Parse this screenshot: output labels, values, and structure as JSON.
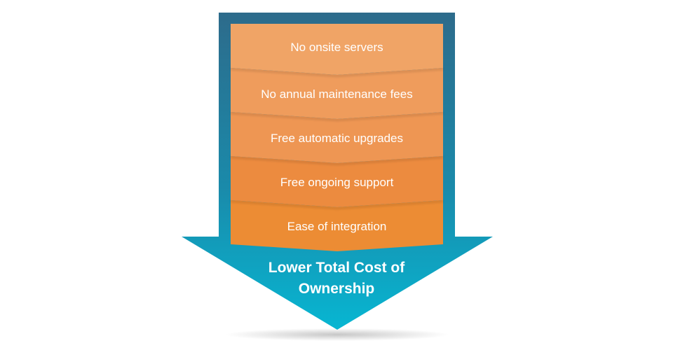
{
  "steps": [
    {
      "label": "No onsite servers"
    },
    {
      "label": "No annual maintenance fees"
    },
    {
      "label": "Free automatic upgrades"
    },
    {
      "label": "Free ongoing support"
    },
    {
      "label": "Ease of integration"
    }
  ],
  "result": {
    "line1": "Lower Total Cost of",
    "line2": "Ownership"
  },
  "colors": {
    "arrow_top": "#2d6f8f",
    "arrow_bottom": "#0ab3cf",
    "step_colors": [
      "#f0a466",
      "#ef9c5c",
      "#ee9653",
      "#ec8b3f",
      "#ec8c34"
    ]
  }
}
